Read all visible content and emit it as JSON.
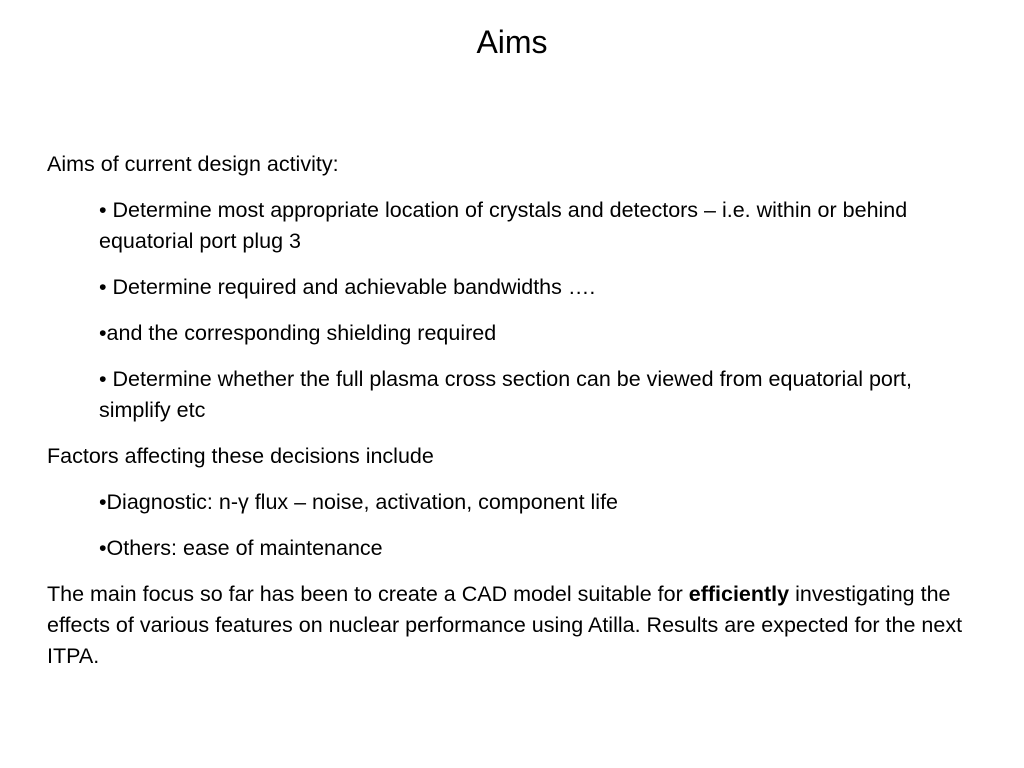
{
  "title": "Aims",
  "body": {
    "heading1": "Aims of current design activity:",
    "aims": [
      "• Determine most appropriate location of crystals and detectors – i.e. within or behind equatorial port plug 3",
      "• Determine required and achievable bandwidths ….",
      "•and the corresponding shielding required",
      "• Determine whether the full plasma cross section can be viewed from equatorial port, simplify etc"
    ],
    "heading2": "Factors affecting these decisions include",
    "factors": [
      "•Diagnostic: n-γ flux – noise, activation, component life",
      "•Others: ease of maintenance"
    ],
    "focus": {
      "before": "The main focus so far has been to create a CAD model suitable for ",
      "emphasis": "efficiently",
      "after": " investigating the effects of various features on nuclear performance using Atilla. Results are expected for the next ITPA."
    }
  }
}
